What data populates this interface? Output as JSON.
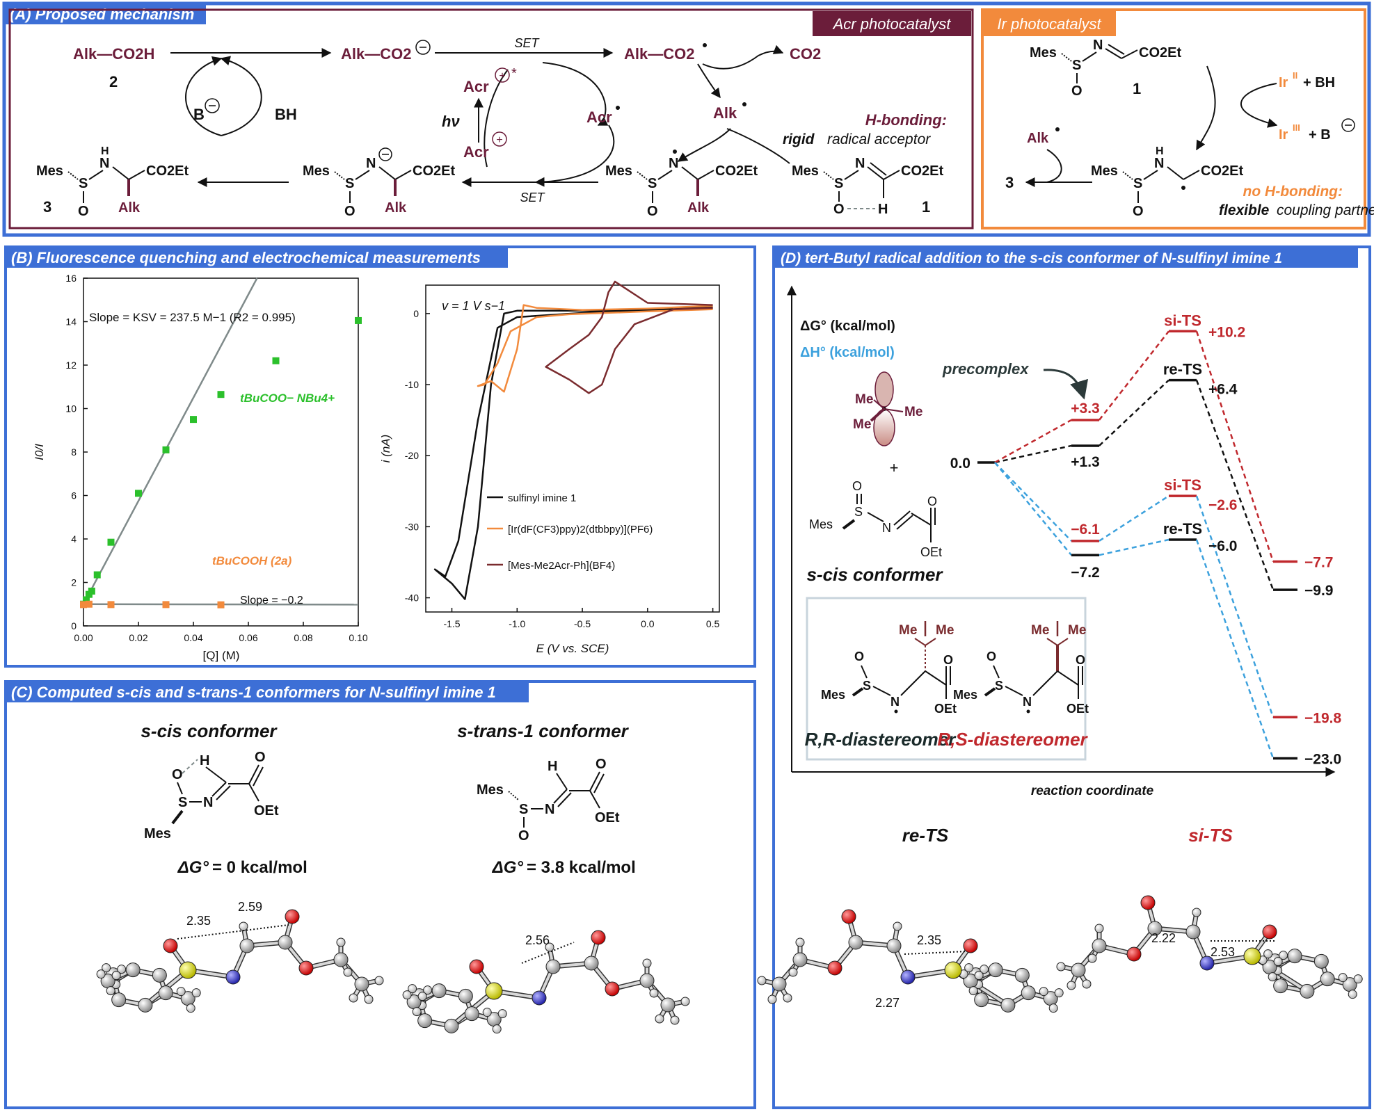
{
  "colors": {
    "blue": "#3d6fd6",
    "maroon": "#6b1d3a",
    "orange": "#f28a3c",
    "green": "#2bc02b",
    "red": "#c0282d",
    "grey": "#7f8a8a",
    "black": "#111111",
    "lightblue": "#3ca1dd"
  },
  "panelA": {
    "title": "(A) Proposed mechanism",
    "acr_box": "Acr photocatalyst",
    "ir_box": "Ir photocatalyst",
    "alk_co2h": "Alk—CO2H",
    "num2": "2",
    "alk_co2_anion": "Alk—CO2",
    "set": "SET",
    "alk_co2_rad": "Alk—CO2",
    "co2": "CO2",
    "alk_rad": "Alk",
    "acr_star": "Acr",
    "acr_rad": "Acr",
    "acr_plus": "Acr",
    "hv": "hν",
    "b_minus": "B",
    "bh": "BH",
    "hbond1": "H-bonding:",
    "hbond2a": "rigid",
    "hbond2b": "radical acceptor",
    "mes": "Mes",
    "n": "N",
    "s": "S",
    "o": "O",
    "h": "H",
    "co2et": "CO2Et",
    "alk": "Alk",
    "num1": "1",
    "num3": "3",
    "ir2": "Ir",
    "plus_bh": "+ BH",
    "ir3": "Ir",
    "plus_b": "+ B",
    "noh1": "no H-bonding:",
    "noh2a": "flexible",
    "noh2b": "coupling partner"
  },
  "panelB": {
    "title": "(B) Fluorescence quenching and electrochemical measurements",
    "sv_chart": {
      "type": "scatter",
      "xlabel": "[Q] (M)",
      "ylabel": "I0/I",
      "xlim": [
        0,
        0.1
      ],
      "ylim": [
        0,
        16
      ],
      "xticks": [
        "0.00",
        "0.02",
        "0.04",
        "0.06",
        "0.08",
        "0.10"
      ],
      "yticks": [
        "0",
        "2",
        "4",
        "6",
        "8",
        "10",
        "12",
        "14",
        "16"
      ],
      "annotation": "Slope = KSV = 237.5 M−1 (R2 = 0.995)",
      "annotation2": "Slope = −0.2",
      "series": [
        {
          "name": "tBuCOO− NBu4+",
          "x": [
            0,
            0.001,
            0.002,
            0.003,
            0.005,
            0.01,
            0.02,
            0.03,
            0.04,
            0.05,
            0.07,
            0.1
          ],
          "y": [
            1.0,
            1.2,
            1.45,
            1.6,
            2.35,
            3.85,
            6.1,
            8.1,
            9.5,
            10.65,
            12.2,
            14.05
          ]
        },
        {
          "name": "tBuCOOH (2a)",
          "x": [
            0,
            0.002,
            0.01,
            0.03,
            0.05
          ],
          "y": [
            0.98,
            1.0,
            0.98,
            0.98,
            0.97
          ]
        }
      ]
    },
    "cv_chart": {
      "type": "line",
      "xlabel": "E (V vs. SCE)",
      "ylabel": "i (nA)",
      "annotation": "v = 1 V s−1",
      "xlim": [
        -1.7,
        0.55
      ],
      "ylim": [
        -42,
        4
      ],
      "xticks": [
        "-1.5",
        "-1.0",
        "-0.5",
        "0.0",
        "0.5"
      ],
      "yticks": [
        "0",
        "-10",
        "-20",
        "-30",
        "-40"
      ],
      "legend": [
        "sulfinyl imine 1",
        "[Ir(dF(CF3)ppy)2(dtbbpy)](PF6)",
        "[Mes-Me2Acr-Ph](BF4)"
      ],
      "series": [
        {
          "name": "sulfinyl imine 1",
          "color": "#111111",
          "x": [
            0.5,
            0.2,
            -0.4,
            -1.0,
            -1.15,
            -1.3,
            -1.45,
            -1.55,
            -1.63,
            -1.5,
            -1.4,
            -1.3,
            -1.2,
            -1.1,
            -1.0,
            -0.5,
            0.0,
            0.5
          ],
          "y": [
            0.8,
            0.5,
            0.2,
            -0.5,
            -2,
            -15,
            -32,
            -37,
            -36,
            -38,
            -40.2,
            -30,
            -10,
            0,
            0.4,
            0.4,
            0.5,
            0.9
          ]
        },
        {
          "name": "[Ir(dF(CF3)ppy)2(dtbbpy)](PF6)",
          "color": "#f28a3c",
          "x": [
            0.5,
            0.0,
            -0.6,
            -0.85,
            -1.05,
            -1.15,
            -1.25,
            -1.3,
            -1.2,
            -1.1,
            -1.0,
            -0.95,
            -0.85,
            -0.5,
            0.0,
            0.5
          ],
          "y": [
            0.6,
            0.3,
            -0.1,
            -0.5,
            -2.5,
            -7,
            -10,
            -10.2,
            -9.5,
            -11,
            -5,
            1.2,
            0.8,
            0.5,
            0.7,
            1.1
          ]
        },
        {
          "name": "[Mes-Me2Acr-Ph](BF4)",
          "color": "#7a2b2e",
          "x": [
            0.5,
            0.2,
            -0.1,
            -0.25,
            -0.35,
            -0.45,
            -0.6,
            -0.78,
            -0.6,
            -0.45,
            -0.35,
            -0.3,
            -0.25,
            0.0,
            0.5
          ],
          "y": [
            0.8,
            0.6,
            -1.5,
            -5,
            -10,
            -11.2,
            -9.3,
            -7.5,
            -5,
            -3,
            -0.5,
            3,
            4.5,
            1.5,
            1.2
          ]
        }
      ]
    }
  },
  "panelC": {
    "title": "(C) Computed s-cis and s-trans-1 conformers for N-sulfinyl imine 1",
    "scis": "s-cis conformer",
    "strans": "s-trans-1 conformer",
    "dg_prefix": "ΔG°",
    "dg0": "= 0 kcal/mol",
    "dg38": "= 3.8 kcal/mol",
    "d235": "2.35",
    "d259": "2.59",
    "d256": "2.56",
    "mes": "Mes",
    "o": "O",
    "s": "S",
    "n": "N",
    "h": "H",
    "oet": "OEt"
  },
  "panelD": {
    "title": "(D) tert-Butyl radical addition to the s-cis conformer of N-sulfinyl imine 1",
    "dg_label": "ΔG° (kcal/mol)",
    "dh_label": "ΔH° (kcal/mol)",
    "precomplex": "precomplex",
    "plus": "+",
    "me": "Me",
    "scis": "s-cis conformer",
    "rr": "R,R-diastereomer",
    "rs": "R,S-diastereomer",
    "xlabel": "reaction coordinate",
    "re_ts_label": "re-TS",
    "si_ts_label": "si-TS",
    "d235": "2.35",
    "d227": "2.27",
    "d222": "2.22",
    "d253": "2.53",
    "energies": {
      "start": "0.0",
      "pre_dg_si": "+3.3",
      "pre_dg_re": "+1.3",
      "ts_dg_si": "+10.2",
      "ts_dg_re": "+6.4",
      "prod_dg_si": "−7.7",
      "prod_dg_re": "−9.9",
      "pre_dh_si": "−6.1",
      "pre_dh_re": "−7.2",
      "ts_dh_si": "−2.6",
      "ts_dh_re": "−6.0",
      "prod_dh_si": "−19.8",
      "prod_dh_re": "−23.0"
    }
  }
}
